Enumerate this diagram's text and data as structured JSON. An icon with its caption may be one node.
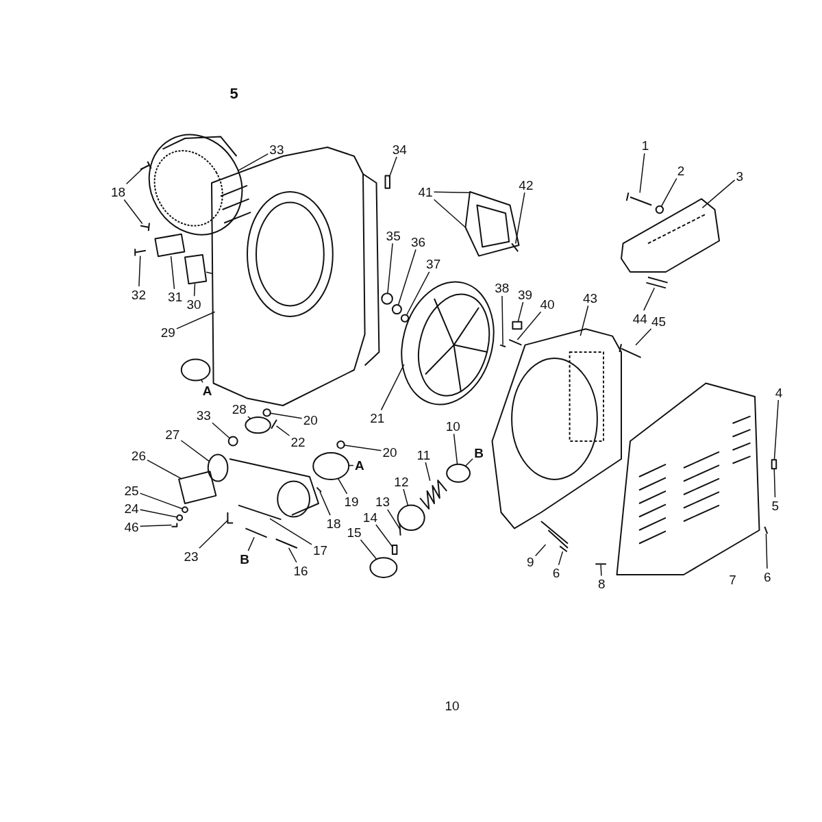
{
  "diagram": {
    "nodes": [
      {
        "text": [
          "33"
        ]
      },
      {
        "text": [
          "18"
        ]
      },
      {
        "text": [
          "34"
        ]
      },
      {
        "text": [
          "41"
        ]
      },
      {
        "text": [
          "42"
        ]
      },
      {
        "text": [
          "1"
        ]
      },
      {
        "text": [
          "2"
        ]
      },
      {
        "text": [
          "3"
        ]
      },
      {
        "text": [
          "32"
        ]
      },
      {
        "text": [
          "31"
        ]
      },
      {
        "text": [
          "30"
        ]
      },
      {
        "text": [
          "29"
        ]
      },
      {
        "text": [
          "35"
        ]
      },
      {
        "text": [
          "36"
        ]
      },
      {
        "text": [
          "37"
        ]
      },
      {
        "text": [
          "38"
        ]
      },
      {
        "text": [
          "39"
        ]
      },
      {
        "text": [
          "40"
        ]
      },
      {
        "text": [
          "43"
        ]
      },
      {
        "text": [
          "44"
        ]
      },
      {
        "text": [
          "45"
        ]
      },
      {
        "text": [
          "A"
        ]
      },
      {
        "text": [
          "28"
        ]
      },
      {
        "text": [
          "33"
        ]
      },
      {
        "text": [
          "20"
        ]
      },
      {
        "text": [
          "22"
        ]
      },
      {
        "text": [
          "27"
        ]
      },
      {
        "text": [
          "20"
        ]
      },
      {
        "text": [
          "26"
        ]
      },
      {
        "text": [
          "A"
        ]
      },
      {
        "text": [
          "19"
        ]
      },
      {
        "text": [
          "18"
        ]
      },
      {
        "text": [
          "25"
        ]
      },
      {
        "text": [
          "24"
        ]
      },
      {
        "text": [
          "46"
        ]
      },
      {
        "text": [
          "23"
        ]
      },
      {
        "text": [
          "B"
        ]
      },
      {
        "text": [
          "17"
        ]
      },
      {
        "text": [
          "16"
        ]
      },
      {
        "text": [
          "15"
        ]
      },
      {
        "text": [
          "14"
        ]
      },
      {
        "text": [
          "13"
        ]
      },
      {
        "text": [
          "12"
        ]
      },
      {
        "text": [
          "11"
        ]
      },
      {
        "text": [
          "10"
        ]
      },
      {
        "text": [
          "B"
        ]
      },
      {
        "text": [
          "21"
        ]
      },
      {
        "text": [
          "9"
        ]
      },
      {
        "text": [
          "6"
        ]
      },
      {
        "text": [
          "8"
        ]
      },
      {
        "text": [
          "4"
        ]
      },
      {
        "text": [
          "5"
        ]
      },
      {
        "text": [
          "6"
        ]
      },
      {
        "text": [],
        "shape": "picture"
      },
      {
        "text": [],
        "shape": "picture"
      },
      {
        "text": [],
        "shape": "picture"
      },
      {
        "text": [],
        "shape": "box"
      },
      {
        "text": [],
        "shape": "picture"
      },
      {
        "text": [],
        "shape": "picture"
      },
      {
        "text": [],
        "shape": "picture"
      },
      {
        "text": [],
        "shape": "circle"
      },
      {
        "text": [],
        "shape": "picture"
      },
      {
        "text": [],
        "shape": "picture"
      },
      {
        "text": [],
        "shape": "box"
      },
      {
        "text": [],
        "shape": "box"
      },
      {
        "text": [],
        "shape": "picture"
      },
      {
        "text": [],
        "shape": "circle"
      },
      {
        "text": [],
        "shape": "circle"
      },
      {
        "text": [],
        "shape": "circle"
      },
      {
        "text": [],
        "shape": "picture"
      },
      {
        "text": [],
        "shape": "box"
      },
      {
        "text": [],
        "shape": "picture"
      },
      {
        "text": [],
        "shape": "picture"
      },
      {
        "text": [],
        "shape": "picture"
      },
      {
        "text": [],
        "shape": "picture"
      },
      {
        "text": [],
        "shape": "circle"
      },
      {
        "text": [],
        "shape": "circle"
      },
      {
        "text": [],
        "shape": "circle"
      },
      {
        "text": [],
        "shape": "circle"
      },
      {
        "text": [],
        "shape": "picture"
      },
      {
        "text": [],
        "shape": "circle"
      },
      {
        "text": [],
        "shape": "circle"
      },
      {
        "text": [],
        "shape": "box"
      },
      {
        "text": [],
        "shape": "circle"
      },
      {
        "text": [],
        "shape": "picture"
      },
      {
        "text": [],
        "shape": "circle"
      },
      {
        "text": [],
        "shape": "circle"
      },
      {
        "text": [],
        "shape": "picture"
      },
      {
        "text": [],
        "shape": "picture"
      },
      {
        "text": [],
        "shape": "picture"
      },
      {
        "text": [],
        "shape": "picture"
      },
      {
        "text": [],
        "shape": "picture"
      },
      {
        "text": [],
        "shape": "circle"
      },
      {
        "text": [],
        "shape": "box"
      },
      {
        "text": [],
        "shape": "picture"
      },
      {
        "text": [],
        "shape": "circle"
      },
      {
        "text": [],
        "shape": "picture"
      },
      {
        "text": [],
        "shape": "circle"
      },
      {
        "text": [],
        "shape": "picture"
      },
      {
        "text": [],
        "shape": "picture"
      },
      {
        "text": [],
        "shape": "picture"
      },
      {
        "text": [],
        "shape": "picture"
      },
      {
        "text": [],
        "shape": "box"
      },
      {
        "text": [],
        "shape": "picture"
      }
    ],
    "edges": [
      {
        "from": 0,
        "to": 53,
        "arrow": "none"
      },
      {
        "from": 1,
        "to": 54,
        "arrow": "none"
      },
      {
        "from": 1,
        "to": 55,
        "arrow": "none"
      },
      {
        "from": 2,
        "to": 56,
        "arrow": "none"
      },
      {
        "from": 3,
        "to": 57,
        "arrow": "none"
      },
      {
        "from": 3,
        "to": 57,
        "arrow": "none"
      },
      {
        "from": 4,
        "to": 58,
        "arrow": "none"
      },
      {
        "from": 5,
        "to": 59,
        "arrow": "none"
      },
      {
        "from": 6,
        "to": 60,
        "arrow": "none"
      },
      {
        "from": 7,
        "to": 61,
        "arrow": "none"
      },
      {
        "from": 8,
        "to": 62,
        "arrow": "none"
      },
      {
        "from": 9,
        "to": 63,
        "arrow": "none"
      },
      {
        "from": 10,
        "to": 64,
        "arrow": "none"
      },
      {
        "from": 11,
        "to": 65,
        "arrow": "none"
      },
      {
        "from": 12,
        "to": 66,
        "arrow": "none"
      },
      {
        "from": 13,
        "to": 67,
        "arrow": "none"
      },
      {
        "from": 14,
        "to": 68,
        "arrow": "none"
      },
      {
        "from": 15,
        "to": 69,
        "arrow": "none"
      },
      {
        "from": 16,
        "to": 70,
        "arrow": "none"
      },
      {
        "from": 17,
        "to": 71,
        "arrow": "none"
      },
      {
        "from": 18,
        "to": 72,
        "arrow": "none"
      },
      {
        "from": 19,
        "to": 73,
        "arrow": "none"
      },
      {
        "from": 20,
        "to": 74,
        "arrow": "none"
      },
      {
        "from": 21,
        "to": 75,
        "arrow": "none"
      },
      {
        "from": 22,
        "to": 76,
        "arrow": "none"
      },
      {
        "from": 23,
        "to": 77,
        "arrow": "none"
      },
      {
        "from": 24,
        "to": 78,
        "arrow": "none"
      },
      {
        "from": 25,
        "to": 79,
        "arrow": "none"
      },
      {
        "from": 26,
        "to": 80,
        "arrow": "none"
      },
      {
        "from": 27,
        "to": 81,
        "arrow": "none"
      },
      {
        "from": 28,
        "to": 82,
        "arrow": "none"
      },
      {
        "from": 29,
        "to": 83,
        "arrow": "none"
      },
      {
        "from": 30,
        "to": 83,
        "arrow": "none"
      },
      {
        "from": 31,
        "to": 84,
        "arrow": "none"
      },
      {
        "from": 32,
        "to": 85,
        "arrow": "none"
      },
      {
        "from": 33,
        "to": 86,
        "arrow": "none"
      },
      {
        "from": 34,
        "to": 87,
        "arrow": "none"
      },
      {
        "from": 35,
        "to": 88,
        "arrow": "none"
      },
      {
        "from": 36,
        "to": 89,
        "arrow": "none"
      },
      {
        "from": 37,
        "to": 90,
        "arrow": "none"
      },
      {
        "from": 38,
        "to": 91,
        "arrow": "none"
      },
      {
        "from": 39,
        "to": 92,
        "arrow": "none"
      },
      {
        "from": 40,
        "to": 93,
        "arrow": "none"
      },
      {
        "from": 41,
        "to": 94,
        "arrow": "none"
      },
      {
        "from": 42,
        "to": 95,
        "arrow": "none"
      },
      {
        "from": 43,
        "to": 96,
        "arrow": "none"
      },
      {
        "from": 44,
        "to": 97,
        "arrow": "none"
      },
      {
        "from": 45,
        "to": 97,
        "arrow": "none"
      },
      {
        "from": 46,
        "to": 98,
        "arrow": "none"
      },
      {
        "from": 47,
        "to": 99,
        "arrow": "none"
      },
      {
        "from": 48,
        "to": 100,
        "arrow": "none"
      },
      {
        "from": 49,
        "to": 101,
        "arrow": "none"
      },
      {
        "from": 50,
        "to": 102,
        "arrow": "none"
      },
      {
        "from": 51,
        "to": 102,
        "arrow": "none"
      },
      {
        "from": 52,
        "to": 103,
        "arrow": "none"
      },
      {
        "from": 64,
        "to": 65,
        "arrow": "none"
      }
    ],
    "labels": [
      "5",
      "7",
      "10"
    ]
  }
}
